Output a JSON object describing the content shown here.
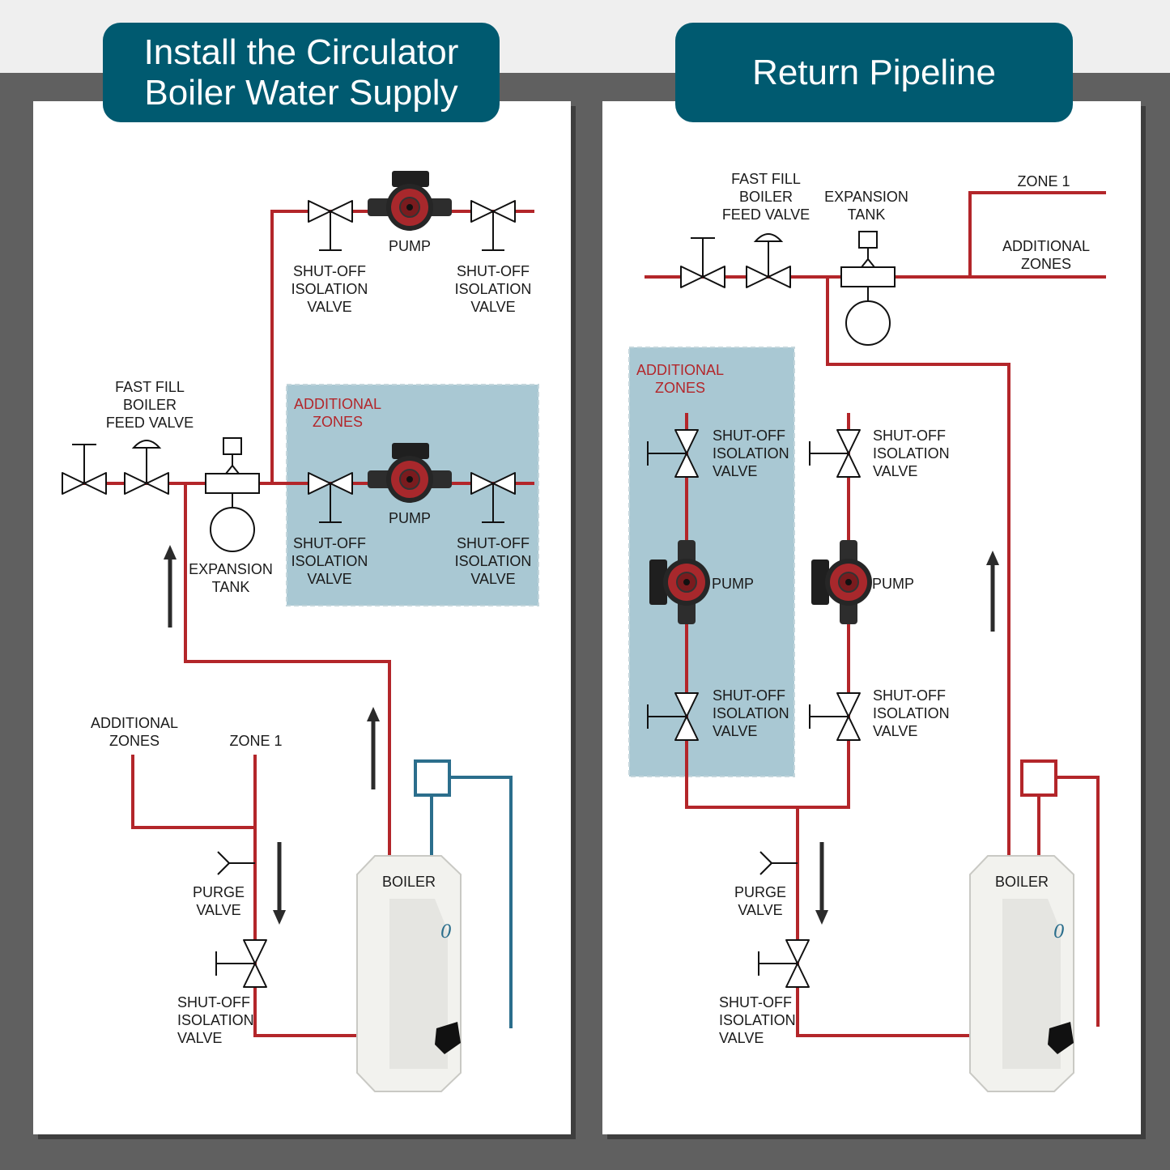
{
  "colors": {
    "pipe": "#b3262a",
    "signal_pipe": "#2b6e8c",
    "banner": "#005a70",
    "zone_box": "#a9c8d3",
    "zone_text": "#b3262a",
    "page_bg": "#606060"
  },
  "left_panel": {
    "title_line1": "Install the Circulator",
    "title_line2": "Boiler Water Supply",
    "pump_label": "PUMP",
    "shutoff_valve_label": [
      "SHUT-OFF",
      "ISOLATION",
      "VALVE"
    ],
    "fast_fill_label": [
      "FAST FILL",
      "BOILER",
      "FEED VALVE"
    ],
    "expansion_tank_label": [
      "EXPANSION",
      "TANK"
    ],
    "additional_zones_box_label": [
      "ADDITIONAL",
      "ZONES"
    ],
    "additional_zones_label": [
      "ADDITIONAL",
      "ZONES"
    ],
    "zone1_label": "ZONE 1",
    "purge_valve_label": [
      "PURGE",
      "VALVE"
    ],
    "boiler_label": "BOILER"
  },
  "right_panel": {
    "title": "Return Pipeline",
    "fast_fill_label": [
      "FAST FILL",
      "BOILER",
      "FEED VALVE"
    ],
    "expansion_tank_label": [
      "EXPANSION",
      "TANK"
    ],
    "zone1_label": "ZONE 1",
    "additional_zones_label": [
      "ADDITIONAL",
      "ZONES"
    ],
    "additional_zones_box_label": [
      "ADDITIONAL",
      "ZONES"
    ],
    "shutoff_valve_label": [
      "SHUT-OFF",
      "ISOLATION",
      "VALVE"
    ],
    "pump_label": "PUMP",
    "purge_valve_label": [
      "PURGE",
      "VALVE"
    ],
    "boiler_label": "BOILER"
  }
}
